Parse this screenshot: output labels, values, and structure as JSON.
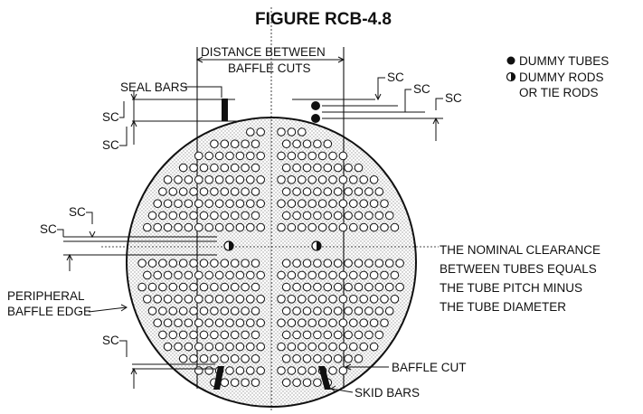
{
  "figure": {
    "title": "FIGURE RCB-4.8"
  },
  "legend": {
    "dummy_tubes": "DUMMY TUBES",
    "dummy_rods_line1": "DUMMY RODS",
    "dummy_rods_line2": "OR TIE RODS"
  },
  "labels": {
    "distance_line1": "DISTANCE BETWEEN",
    "distance_line2": "BAFFLE CUTS",
    "seal_bars": "SEAL BARS",
    "sc": "SC",
    "peripheral_line1": "PERIPHERAL",
    "peripheral_line2": "BAFFLE EDGE",
    "baffle_cut": "BAFFLE CUT",
    "skid_bars": "SKID BARS",
    "note_line1": "THE NOMINAL CLEARANCE",
    "note_line2": "BETWEEN TUBES EQUALS",
    "note_line3": "THE TUBE PITCH MINUS",
    "note_line4": "THE TUBE DIAMETER"
  },
  "colors": {
    "ink": "#111111",
    "dot_fill": "#c9c9c9",
    "background": "#ffffff"
  }
}
